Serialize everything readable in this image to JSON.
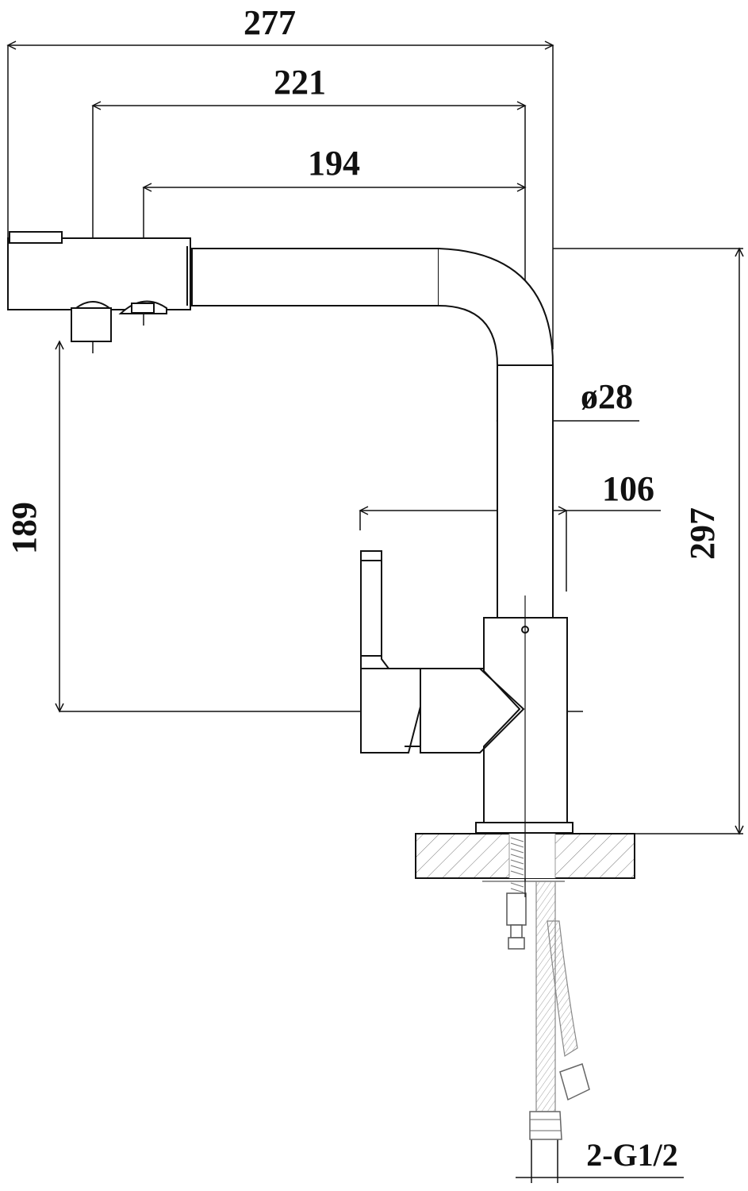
{
  "drawing": {
    "dimensions": {
      "overall_length": "277",
      "spout_reach_outer": "221",
      "spout_reach_inner": "194",
      "pipe_diameter": "ø28",
      "handle_reach": "106",
      "spout_height": "189",
      "overall_height": "297",
      "connection": "2-G1/2"
    },
    "colors": {
      "line": "#111111",
      "hatch": "#555555",
      "background": "#ffffff"
    }
  }
}
